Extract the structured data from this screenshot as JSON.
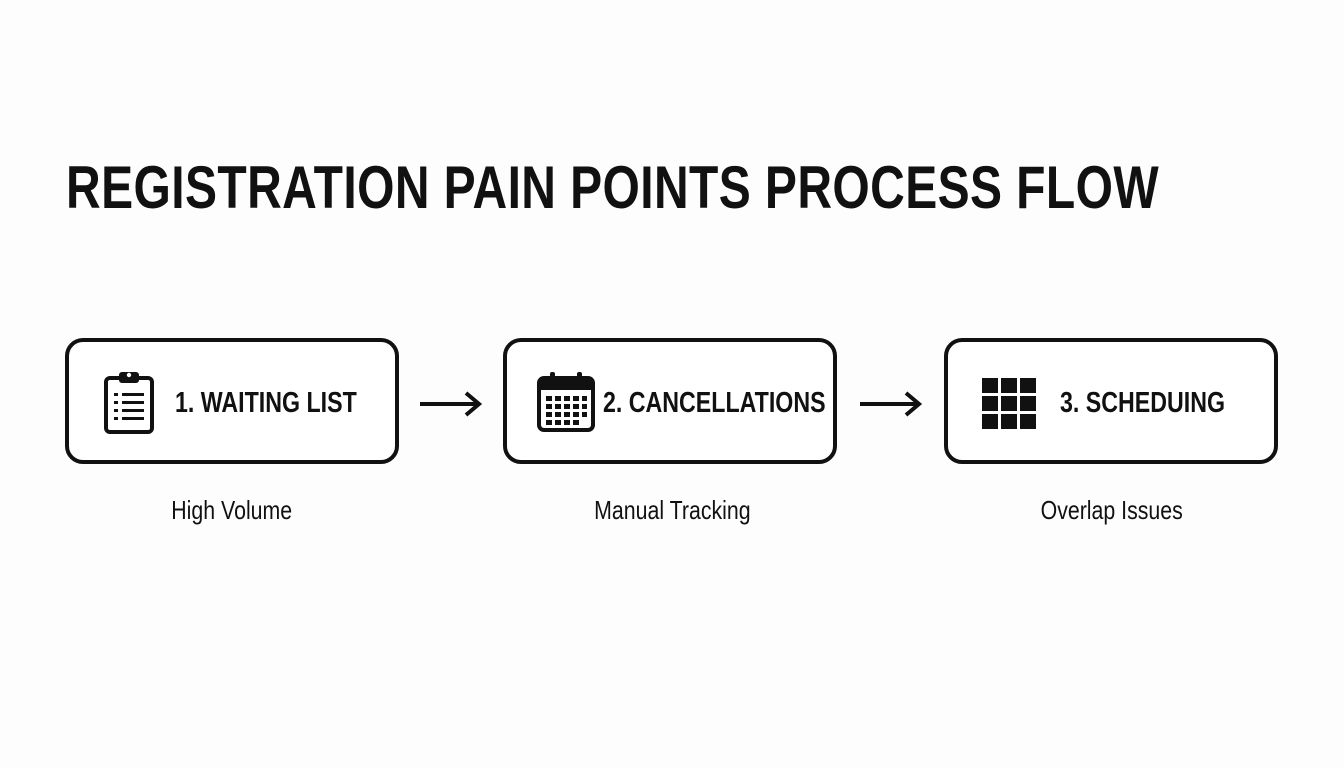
{
  "diagram": {
    "title": "REGISTRATION PAIN POINTS PROCESS FLOW",
    "steps": [
      {
        "label": "1. WAITING LIST",
        "caption": "High Volume",
        "icon": "clipboard-icon"
      },
      {
        "label": "2. CANCELLATIONS",
        "caption": "Manual Tracking",
        "icon": "calendar-icon"
      },
      {
        "label": "3. SCHEDUING",
        "caption": "Overlap Issues",
        "icon": "grid-icon"
      }
    ],
    "colors": {
      "ink": "#111111",
      "background": "#fdfdfd",
      "box_fill": "#ffffff"
    }
  }
}
